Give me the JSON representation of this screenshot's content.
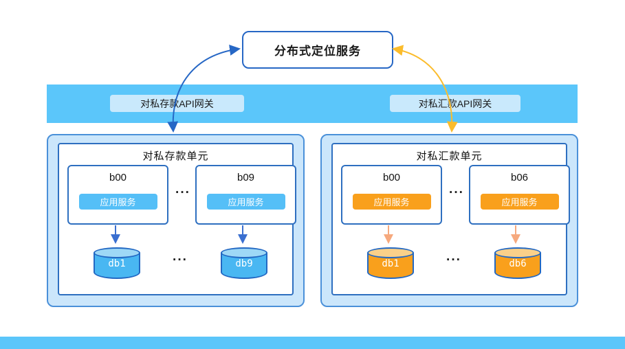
{
  "service": {
    "label": "分布式定位服务"
  },
  "gateways": [
    {
      "label": "对私存款API网关"
    },
    {
      "label": "对私汇款API网关"
    }
  ],
  "units": [
    {
      "title": "对私存款单元",
      "theme": "blue",
      "ellipsis": "···",
      "nodes": [
        {
          "name": "b00",
          "service_label": "应用服务"
        },
        {
          "name": "b09",
          "service_label": "应用服务"
        }
      ],
      "databases": [
        "db1",
        "db9"
      ]
    },
    {
      "title": "对私汇款单元",
      "theme": "orange",
      "ellipsis": "···",
      "nodes": [
        {
          "name": "b00",
          "service_label": "应用服务"
        },
        {
          "name": "b06",
          "service_label": "应用服务"
        }
      ],
      "databases": [
        "db1",
        "db6"
      ]
    }
  ],
  "colors": {
    "band": "#5bc6fa",
    "gateway_label_bg": "#c9e9fc",
    "unit_bg": "#cbe6fb",
    "unit_border": "#4a90d9",
    "box_border": "#2e6fc0",
    "blue_accent": "#55bff7",
    "blue_cylinder": "#49b7f2",
    "orange_accent": "#f9a01c",
    "blue_arrow": "#2667c5",
    "yellow_arrow": "#fbbc2c",
    "small_blue_arrow": "#3a6fd0",
    "small_orange_arrow": "#f6a97e"
  }
}
